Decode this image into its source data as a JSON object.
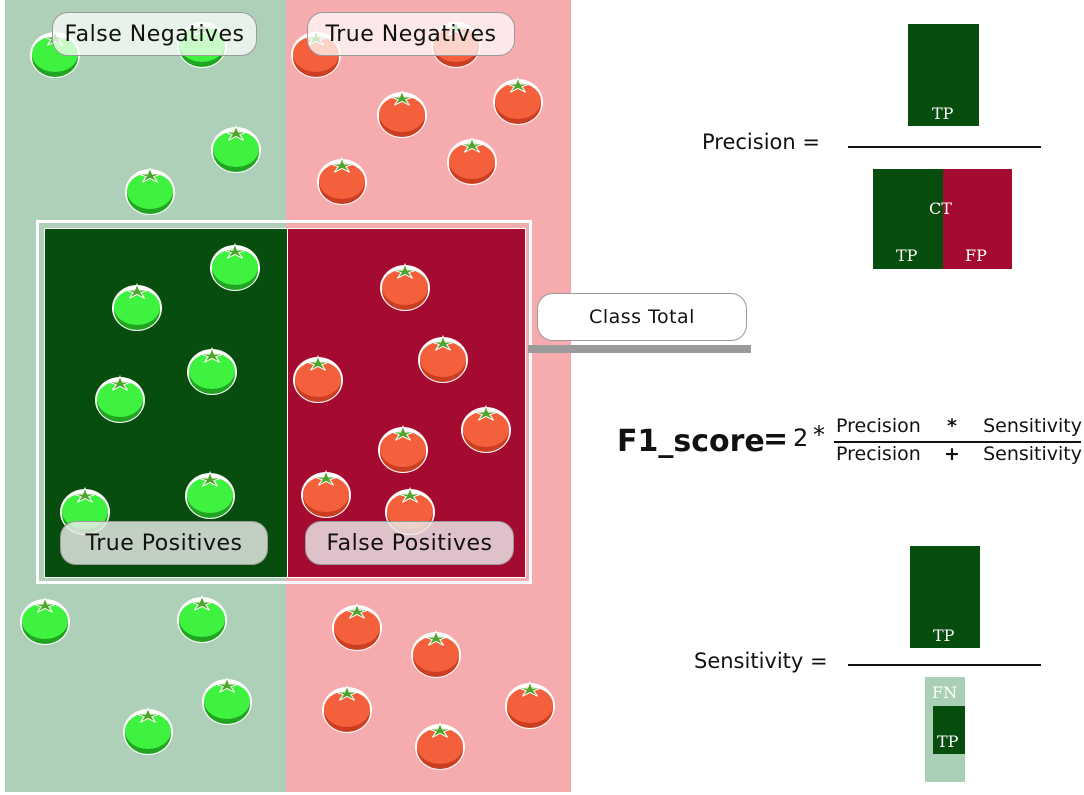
{
  "quadrants": {
    "false_negatives": "False Negatives",
    "true_negatives": "True Negatives",
    "true_positives": "True Positives",
    "false_positives": "False Positives"
  },
  "class_total": "Class Total",
  "precision": {
    "label": "Precision =",
    "numerator": "TP",
    "denominator_top": "CT",
    "denominator_left": "TP",
    "denominator_right": "FP"
  },
  "f1": {
    "label": "F1_score",
    "equals": "=",
    "factor": "2",
    "times": "*",
    "numerator_a": "Precision",
    "numerator_op": "*",
    "numerator_b": "Sensitivity",
    "denominator_a": "Precision",
    "denominator_op": "+",
    "denominator_b": "Sensitivity"
  },
  "sensitivity": {
    "label": "Sensitivity =",
    "numerator": "TP",
    "denominator_top": "FN",
    "denominator_inner": "TP"
  },
  "colors": {
    "light_green": "#aecfb8",
    "light_red": "#f6abaf",
    "dark_green": "#064d0e",
    "dark_red": "#a50a31",
    "fn_box": "#a9d0b4"
  }
}
